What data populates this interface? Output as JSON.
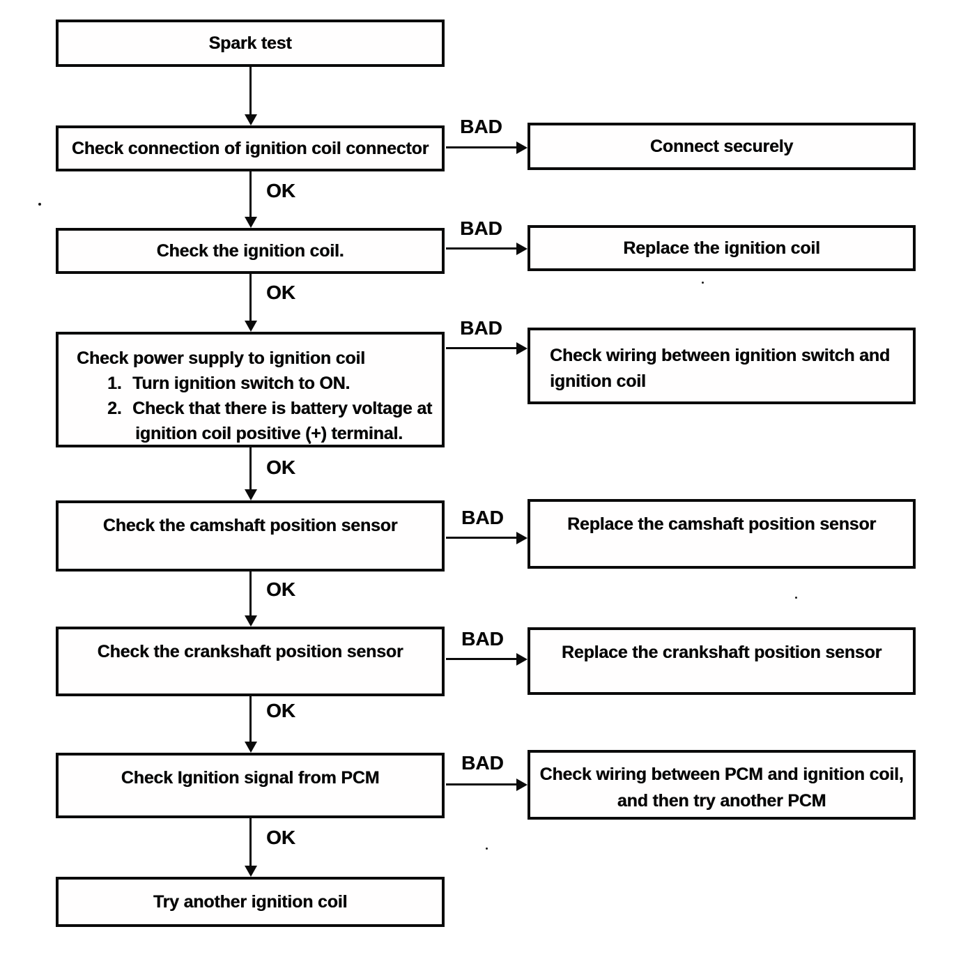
{
  "flowchart": {
    "edge_labels": {
      "ok": "OK",
      "bad": "BAD"
    },
    "nodes": {
      "spark_test": "Spark test",
      "check_connection": "Check connection of ignition coil connector",
      "check_ignition_coil": "Check the ignition coil.",
      "power_supply": {
        "title": "Check power supply to ignition coil",
        "step1_num": "1.",
        "step1": "Turn ignition switch to ON.",
        "step2_num": "2.",
        "step2_line1": "Check that there is battery voltage at",
        "step2_line2": "ignition coil positive (+) terminal."
      },
      "check_camshaft": "Check the camshaft position sensor",
      "check_crankshaft": "Check the crankshaft position sensor",
      "check_ignition_signal": "Check Ignition signal from PCM",
      "try_another_coil": "Try another ignition coil"
    },
    "remedies": {
      "connect_securely": "Connect securely",
      "replace_ignition_coil": "Replace the ignition coil",
      "check_wiring_switch_line1": "Check wiring between ignition switch and",
      "check_wiring_switch_line2": "ignition coil",
      "replace_camshaft": "Replace the camshaft position sensor",
      "replace_crankshaft": "Replace the crankshaft position sensor",
      "check_wiring_pcm_line1": "Check wiring between PCM and ignition coil,",
      "check_wiring_pcm_line2": "and then try another PCM"
    }
  }
}
